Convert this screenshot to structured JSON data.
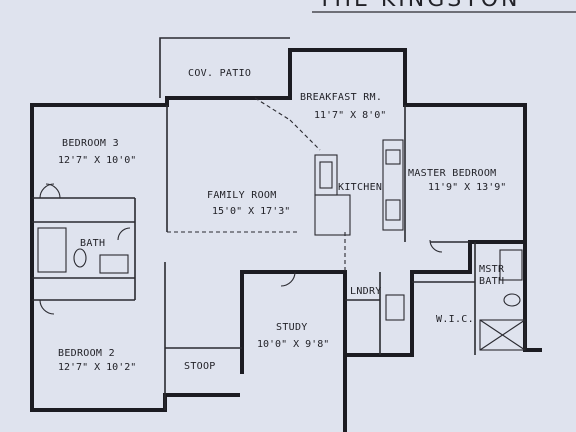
{
  "header": {
    "title": "THE KINGSTON"
  },
  "rooms": {
    "cov_patio": {
      "name": "COV. PATIO"
    },
    "breakfast": {
      "name": "BREAKFAST RM.",
      "dims": "11'7\" X 8'0\""
    },
    "bedroom3": {
      "name": "BEDROOM 3",
      "dims": "12'7\" X 10'0\""
    },
    "family": {
      "name": "FAMILY ROOM",
      "dims": "15'0\" X 17'3\""
    },
    "kitchen": {
      "name": "KITCHEN"
    },
    "master": {
      "name": "MASTER BEDROOM",
      "dims": "11'9\" X 13'9\""
    },
    "bath": {
      "name": "BATH"
    },
    "mstr_bath": {
      "name_line1": "MSTR",
      "name_line2": "BATH"
    },
    "lndry": {
      "name": "LNDRY"
    },
    "wic": {
      "name": "W.I.C."
    },
    "study": {
      "name": "STUDY",
      "dims": "10'0\" X 9'8\""
    },
    "bedroom2": {
      "name": "BEDROOM 2",
      "dims": "12'7\" X 10'2\""
    },
    "stoop": {
      "name": "STOOP"
    }
  }
}
